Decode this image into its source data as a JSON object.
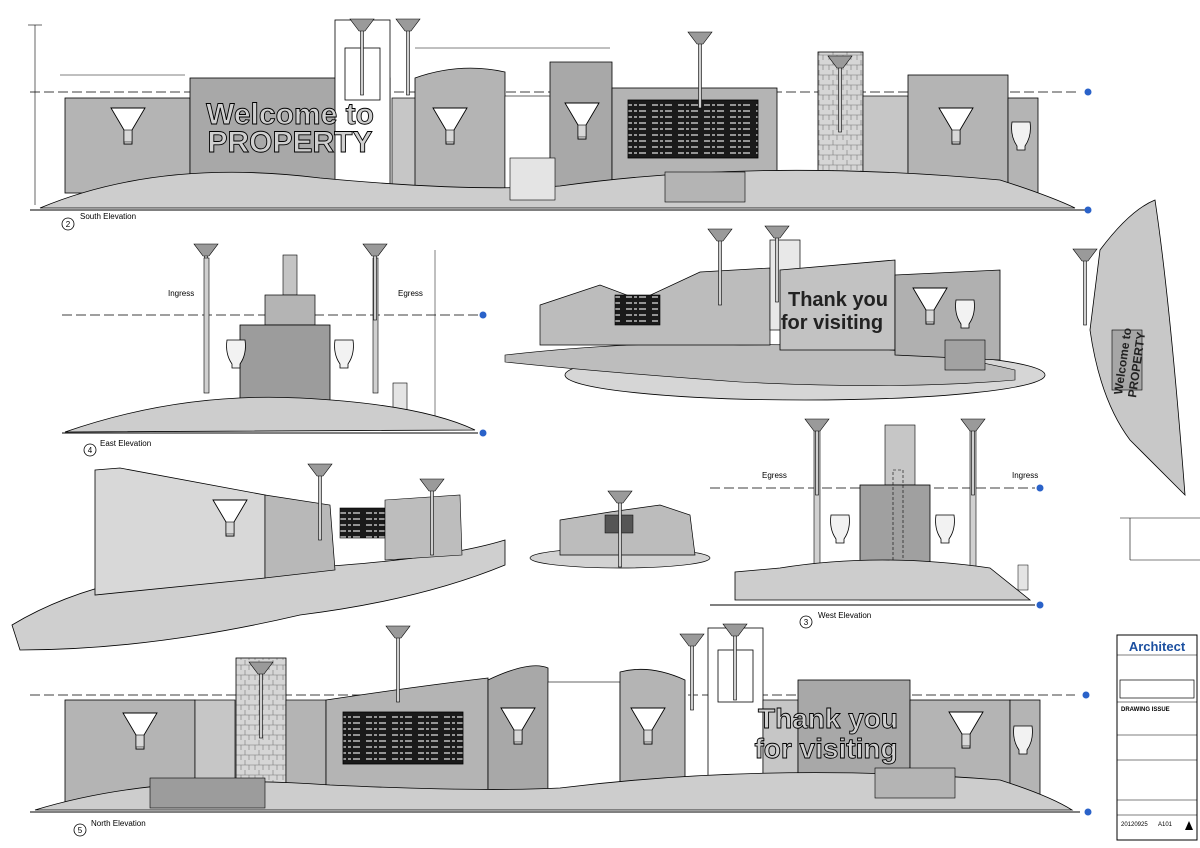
{
  "views": {
    "south": {
      "label": "South Elevation",
      "number": "2"
    },
    "east": {
      "label": "East Elevation",
      "number": "4"
    },
    "west": {
      "label": "West Elevation",
      "number": "3"
    },
    "north": {
      "label": "North Elevation",
      "number": "5"
    }
  },
  "signs": {
    "welcome_line1": "Welcome to",
    "welcome_line2": "PROPERTY",
    "thanks_line1": "Thank you",
    "thanks_line2": "for visiting"
  },
  "labels": {
    "ingress": "Ingress",
    "egress": "Egress"
  },
  "title_block": {
    "firm": "Architect",
    "section": "DRAWING ISSUE",
    "number": "A101",
    "date": "20120925"
  },
  "colors": {
    "wall": "#b4b4b4",
    "wall_dark": "#8f8f8f",
    "ground": "#cdcdcd",
    "firm_blue": "#1b4fa0",
    "marker_blue": "#2a62c9"
  }
}
